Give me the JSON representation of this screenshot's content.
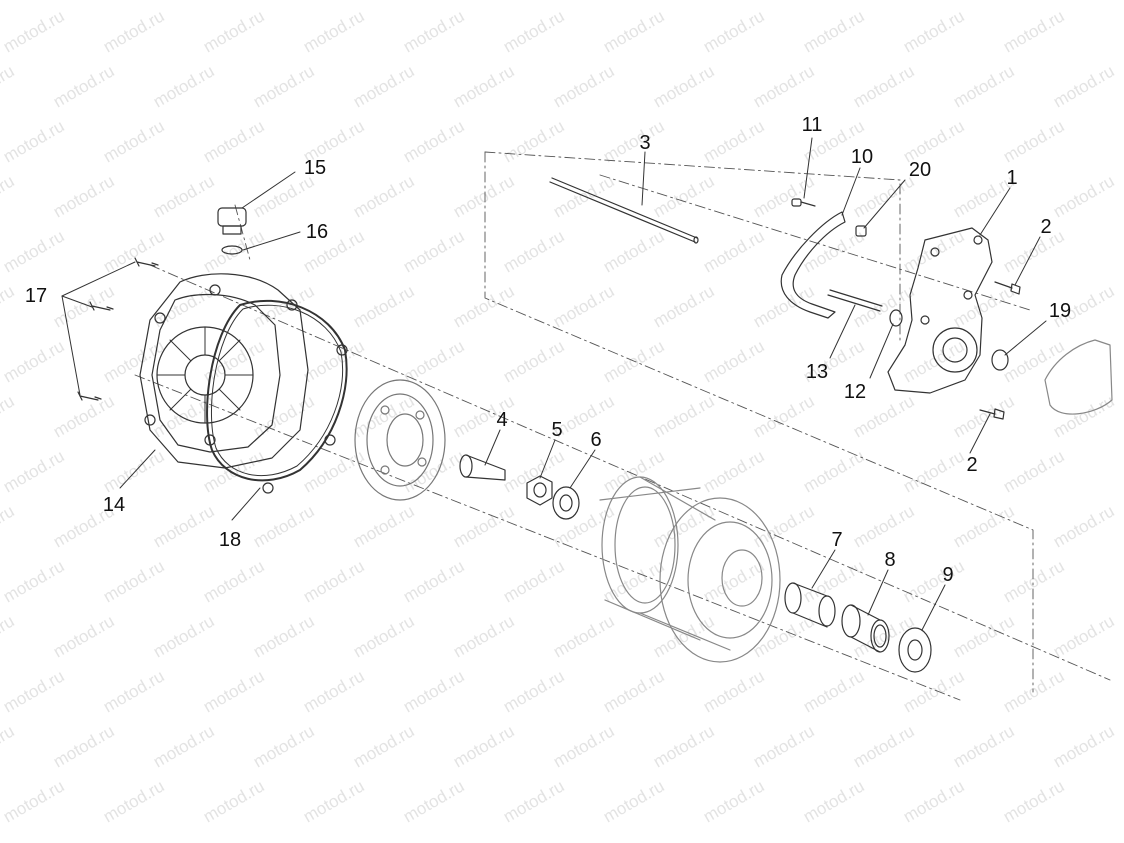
{
  "watermark": "motod.ru",
  "colors": {
    "line": "#333333",
    "watermark": "#e3e3e3",
    "background": "#ffffff"
  },
  "callouts": {
    "p1": "1",
    "p2a": "2",
    "p2b": "2",
    "p3": "3",
    "p4": "4",
    "p5": "5",
    "p6": "6",
    "p7": "7",
    "p8": "8",
    "p9": "9",
    "p10": "10",
    "p11": "11",
    "p12": "12",
    "p13": "13",
    "p14": "14",
    "p15": "15",
    "p16": "16",
    "p17": "17",
    "p18": "18",
    "p19": "19",
    "p20": "20"
  }
}
